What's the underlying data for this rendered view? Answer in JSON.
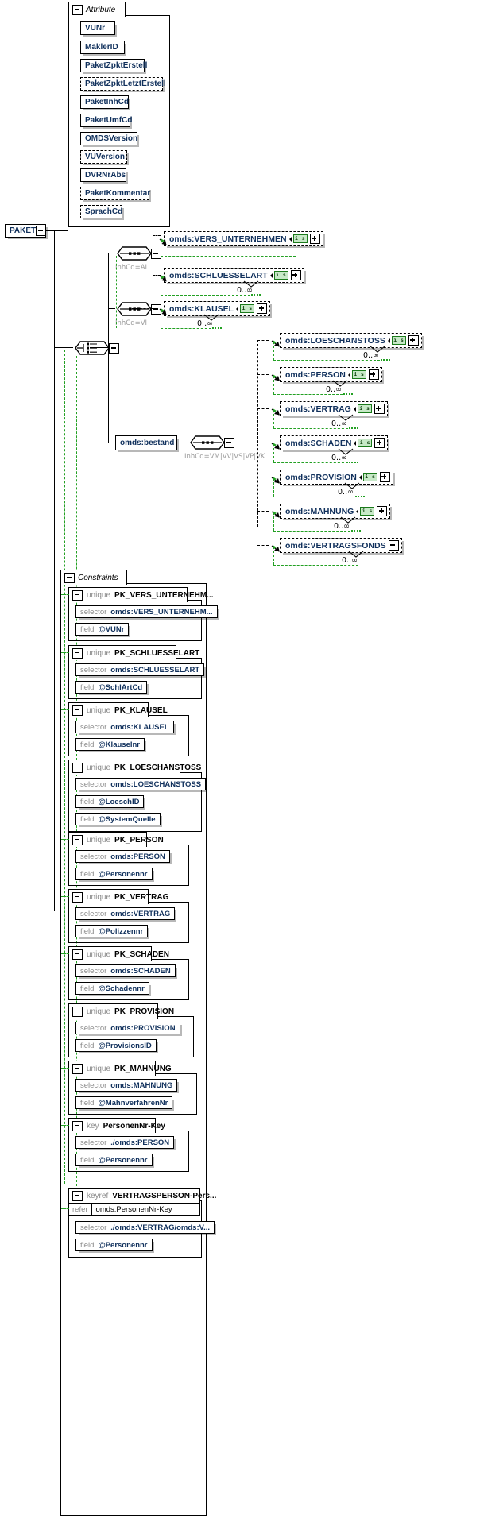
{
  "diagram": {
    "title": "PAKET",
    "root_element": {
      "name": "PAKET",
      "icon": "collapse-icon"
    },
    "attribute_group": {
      "label": "Attribute",
      "icon": "minus-collapse-icon",
      "attributes": [
        {
          "name": "VUNr",
          "optional": false
        },
        {
          "name": "MaklerID",
          "optional": false
        },
        {
          "name": "PaketZpktErstell",
          "optional": false
        },
        {
          "name": "PaketZpktLetztErstell",
          "optional": true
        },
        {
          "name": "PaketInhCd",
          "optional": false
        },
        {
          "name": "PaketUmfCd",
          "optional": false
        },
        {
          "name": "OMDSVersion",
          "optional": false
        },
        {
          "name": "VUVersion",
          "optional": true
        },
        {
          "name": "DVRNrAbs",
          "optional": false
        },
        {
          "name": "PaketKommentar",
          "optional": true
        },
        {
          "name": "SprachCd",
          "optional": true
        }
      ]
    },
    "choice": {
      "type": "choice",
      "icon": "choice-compositor-icon"
    },
    "branches": [
      {
        "compositor": {
          "type": "sequence",
          "icon": "sequence-compositor-icon"
        },
        "note": "InhCd=AI",
        "elements": [
          {
            "name": "omds:VERS_UNTERNEHMEN",
            "badge": "i s",
            "occurrence": "",
            "expander": "plus-icon"
          },
          {
            "name": "omds:SCHLUESSELART",
            "badge": "i s",
            "occurrence": "0..∞",
            "expander": "plus-icon"
          }
        ]
      },
      {
        "compositor": {
          "type": "sequence",
          "icon": "sequence-compositor-icon"
        },
        "note": "InhCd=VI",
        "elements": [
          {
            "name": "omds:KLAUSEL",
            "badge": "i s",
            "occurrence": "0..∞",
            "expander": "plus-icon"
          }
        ]
      },
      {
        "group_ref": {
          "name": "omds:bestand"
        },
        "compositor": {
          "type": "sequence",
          "icon": "sequence-compositor-icon"
        },
        "note": "InhCd=VM|VV|VS|VP|VK",
        "elements": [
          {
            "name": "omds:LOESCHANSTOSS",
            "badge": "i s",
            "occurrence": "0..∞",
            "expander": "plus-icon"
          },
          {
            "name": "omds:PERSON",
            "badge": "i s",
            "occurrence": "0..∞",
            "expander": "plus-icon"
          },
          {
            "name": "omds:VERTRAG",
            "badge": "i s",
            "occurrence": "0..∞",
            "expander": "plus-icon"
          },
          {
            "name": "omds:SCHADEN",
            "badge": "i s",
            "occurrence": "0..∞",
            "expander": "plus-icon"
          },
          {
            "name": "omds:PROVISION",
            "badge": "i s",
            "occurrence": "0..∞",
            "expander": "plus-icon"
          },
          {
            "name": "omds:MAHNUNG",
            "badge": "i s",
            "occurrence": "0..∞",
            "expander": "plus-icon"
          },
          {
            "name": "omds:VERTRAGSFONDS",
            "badge": "",
            "occurrence": "0..∞",
            "expander": "plus-icon"
          }
        ]
      }
    ],
    "constraints": {
      "label": "Constraints",
      "icon": "minus-collapse-icon",
      "items": [
        {
          "kind": "unique",
          "name": "PK_VERS_UNTERNEHM...",
          "selector_label": "selector",
          "selector": "omds:VERS_UNTERNEHM...",
          "field_label": "field",
          "field": "@VUNr"
        },
        {
          "kind": "unique",
          "name": "PK_SCHLUESSELART",
          "selector_label": "selector",
          "selector": "omds:SCHLUESSELART",
          "field_label": "field",
          "field": "@SchlArtCd"
        },
        {
          "kind": "unique",
          "name": "PK_KLAUSEL",
          "selector_label": "selector",
          "selector": "omds:KLAUSEL",
          "field_label": "field",
          "field": "@Klauselnr"
        },
        {
          "kind": "unique",
          "name": "PK_LOESCHANSTOSS",
          "selector_label": "selector",
          "selector": "omds:LOESCHANSTOSS",
          "field_label": "field",
          "field": "@LoeschID",
          "field2_label": "field",
          "field2": "@SystemQuelle"
        },
        {
          "kind": "unique",
          "name": "PK_PERSON",
          "selector_label": "selector",
          "selector": "omds:PERSON",
          "field_label": "field",
          "field": "@Personennr"
        },
        {
          "kind": "unique",
          "name": "PK_VERTRAG",
          "selector_label": "selector",
          "selector": "omds:VERTRAG",
          "field_label": "field",
          "field": "@Polizzennr"
        },
        {
          "kind": "unique",
          "name": "PK_SCHADEN",
          "selector_label": "selector",
          "selector": "omds:SCHADEN",
          "field_label": "field",
          "field": "@Schadennr"
        },
        {
          "kind": "unique",
          "name": "PK_PROVISION",
          "selector_label": "selector",
          "selector": "omds:PROVISION",
          "field_label": "field",
          "field": "@ProvisionsID"
        },
        {
          "kind": "unique",
          "name": "PK_MAHNUNG",
          "selector_label": "selector",
          "selector": "omds:MAHNUNG",
          "field_label": "field",
          "field": "@MahnverfahrenNr"
        },
        {
          "kind": "key",
          "name": "PersonenNr-Key",
          "selector_label": "selector",
          "selector": "./omds:PERSON",
          "field_label": "field",
          "field": "@Personennr"
        },
        {
          "kind": "keyref",
          "name": "VERTRAGSPERSON-Pers...",
          "refer_label": "refer",
          "refer": "omds:PersonenNr-Key",
          "selector_label": "selector",
          "selector": "./omds:VERTRAG/omds:V...",
          "field_label": "field",
          "field": "@Personennr"
        }
      ]
    },
    "colors": {
      "text_blue": "#10305c",
      "muted_gray": "#8a8a8a",
      "green_line": "#23a023",
      "badge_bg": "#c7e9c7",
      "badge_border": "#1a7a1a"
    }
  }
}
